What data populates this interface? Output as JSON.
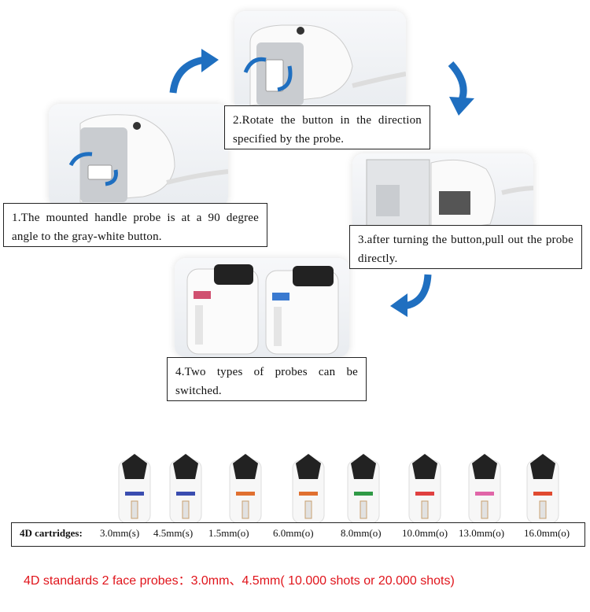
{
  "steps": [
    {
      "caption": "2.Rotate the button in the direction specified by the probe."
    },
    {
      "caption": "1.The mounted handle probe is at a 90 degree angle to the gray-white button."
    },
    {
      "caption": "3.after turning the button,pull out the probe directly."
    },
    {
      "caption": "4.Two types of probes can be switched."
    }
  ],
  "cartridges": {
    "title": "4D cartridges:",
    "items": [
      {
        "size": "3.0mm(s)",
        "label_color": "#3a4db0"
      },
      {
        "size": "4.5mm(s)",
        "label_color": "#3a4db0"
      },
      {
        "size": "1.5mm(o)",
        "label_color": "#e07030"
      },
      {
        "size": "6.0mm(o)",
        "label_color": "#e07030"
      },
      {
        "size": "8.0mm(o)",
        "label_color": "#2f9a46"
      },
      {
        "size": "10.0mm(o)",
        "label_color": "#e04040"
      },
      {
        "size": "13.0mm(o)",
        "label_color": "#e066a8"
      },
      {
        "size": "16.0mm(o)",
        "label_color": "#e04a30"
      }
    ]
  },
  "footer": "4D standards 2 face probes：3.0mm、4.5mm( 10.000 shots or 20.000 shots)",
  "colors": {
    "arrow": "#1f6fc0",
    "footer": "#e0141b"
  }
}
